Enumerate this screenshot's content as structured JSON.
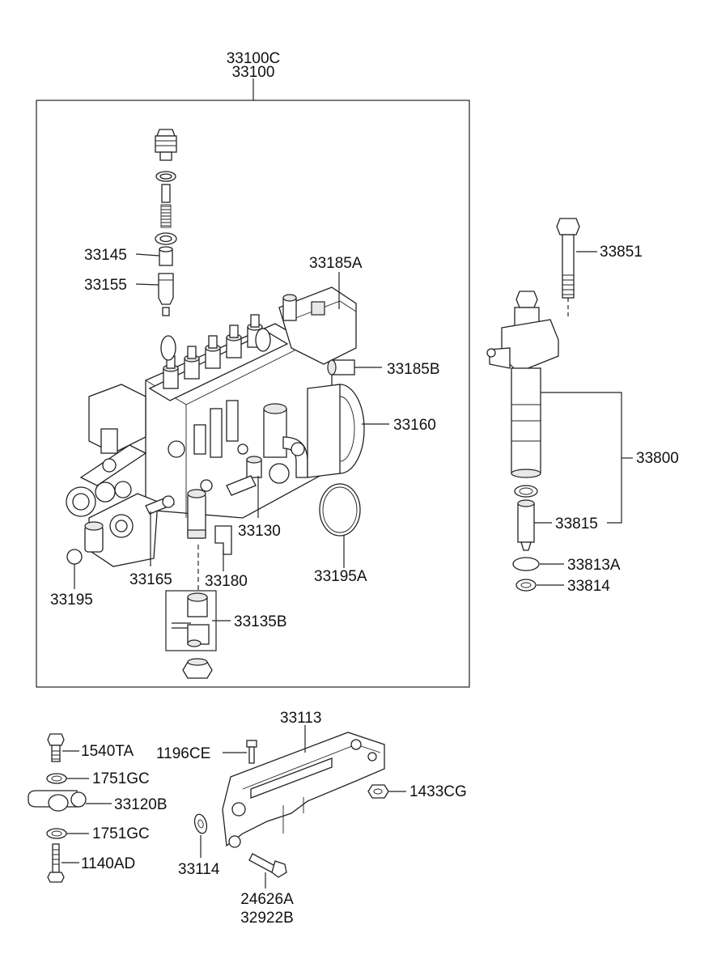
{
  "labels": {
    "assembly_c": "33100C",
    "assembly": "33100",
    "p33145": "33145",
    "p33155": "33155",
    "p33185A": "33185A",
    "p33185B": "33185B",
    "p33160": "33160",
    "p33130": "33130",
    "p33195A": "33195A",
    "p33165": "33165",
    "p33180": "33180",
    "p33195": "33195",
    "p33135B": "33135B",
    "p33851": "33851",
    "p33800": "33800",
    "p33815": "33815",
    "p33813A": "33813A",
    "p33814": "33814",
    "p33113": "33113",
    "p1540TA": "1540TA",
    "p1196CE": "1196CE",
    "p1751GC_a": "1751GC",
    "p33120B": "33120B",
    "p1433CG": "1433CG",
    "p1751GC_b": "1751GC",
    "p33114": "33114",
    "p1140AD": "1140AD",
    "p24626A": "24626A",
    "p32922B": "32922B"
  }
}
